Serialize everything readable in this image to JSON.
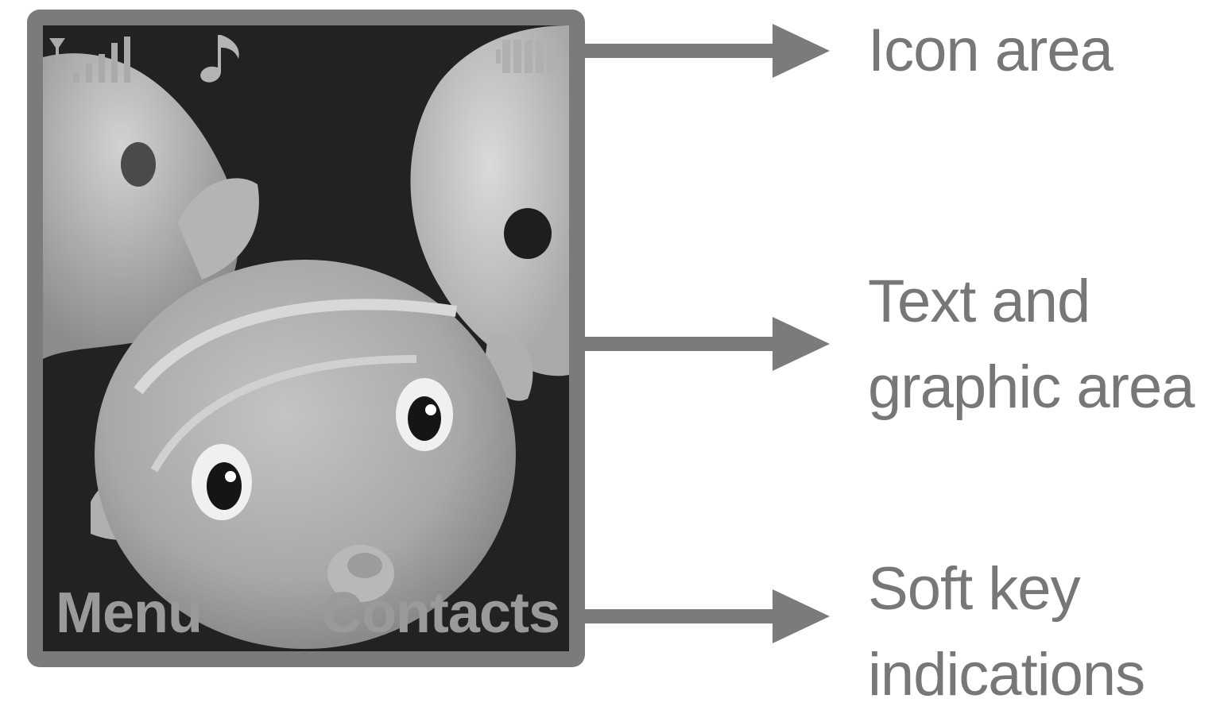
{
  "phone": {
    "softkeys": {
      "left": "Menu",
      "right": "Contacts"
    },
    "status_icons": [
      "signal-strength-icon",
      "music-note-icon",
      "battery-icon"
    ],
    "wallpaper": "toy-fish-photo"
  },
  "callouts": [
    {
      "lines": [
        "Icon area"
      ]
    },
    {
      "lines": [
        "Text and",
        "graphic area"
      ]
    },
    {
      "lines": [
        "Soft key",
        "indications"
      ]
    }
  ],
  "colors": {
    "frame": "#7b7b7b",
    "arrow": "#7b7b7b",
    "label": "#777777",
    "softkey": "#9a9a9a"
  }
}
